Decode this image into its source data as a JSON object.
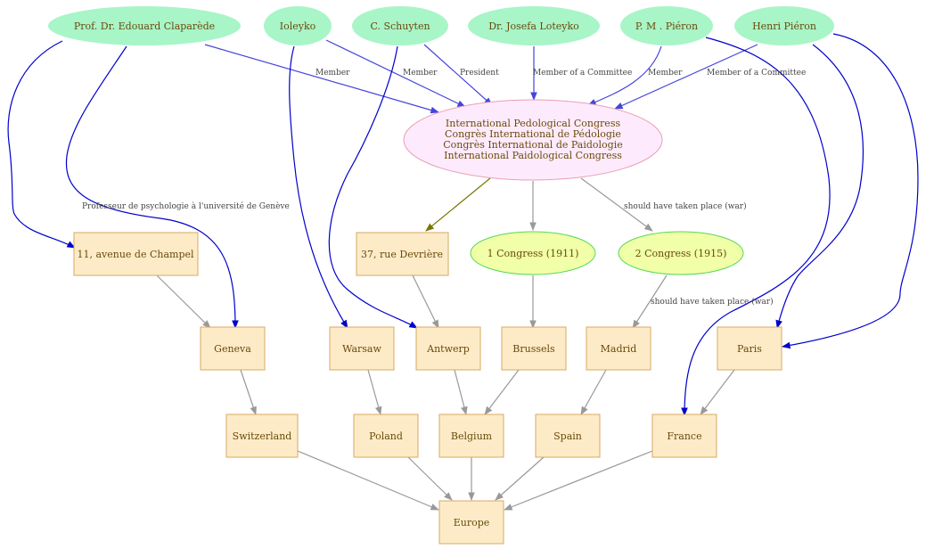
{
  "colors": {
    "person_fill": "#a8f5c8",
    "congress_fill": "#fdebfd",
    "congress_stroke": "#e8a0b0",
    "session_fill": "#f0ffa8",
    "session_stroke": "#55d855",
    "place_fill": "#fdebc8",
    "place_stroke": "#d8a860",
    "text": "#6b4a0a",
    "edge_blue": "#0000cc",
    "edge_purple": "#4444dd",
    "edge_olive": "#777700",
    "edge_gray": "#999999"
  },
  "people": {
    "claparede": "Prof. Dr. Edouard Claparède",
    "ioleyko": "Ioleyko",
    "schuyten": "C. Schuyten",
    "loteyko": "Dr. Josefa Loteyko",
    "pm_pieron": "P. M . Piéron",
    "henri_pieron": "Henri Piéron"
  },
  "congress": {
    "names": [
      "International Pedological Congress",
      "Congrès International de Pédologie",
      "Congrès International de Paidologie",
      "International Paidological Congress"
    ]
  },
  "sessions": {
    "first": "1 Congress (1911)",
    "second": "2 Congress (1915)"
  },
  "addresses": {
    "champel": "11, avenue de Champel",
    "devriere": "37, rue Devrière"
  },
  "cities": {
    "geneva": "Geneva",
    "warsaw": "Warsaw",
    "antwerp": "Antwerp",
    "brussels": "Brussels",
    "madrid": "Madrid",
    "paris": "Paris"
  },
  "countries": {
    "switzerland": "Switzerland",
    "poland": "Poland",
    "belgium": "Belgium",
    "spain": "Spain",
    "france": "France"
  },
  "continent": "Europe",
  "edge_labels": {
    "claparede_member": "Member",
    "schuyten_member": "Member",
    "schuyten_president": "President",
    "loteyko_committee": "Member of a Committee",
    "pm_member": "Member",
    "henri_committee": "Member of a Committee",
    "claparede_geneva": "Professeur de psychologie à l'université de Genève",
    "war_second": "should have taken place (war)",
    "war_madrid": "should have taken place (war)"
  }
}
